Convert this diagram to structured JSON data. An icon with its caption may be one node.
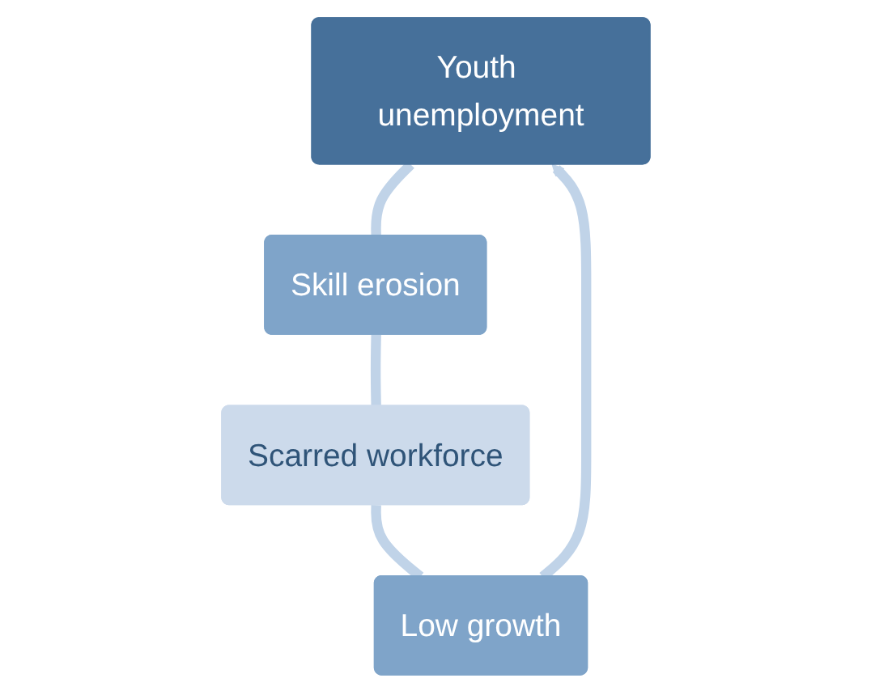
{
  "diagram": {
    "nodes": [
      {
        "text": [
          "Youth unemployment"
        ]
      },
      {
        "text": [
          "Skill erosion"
        ]
      },
      {
        "text": [
          "Scarred workforce"
        ]
      },
      {
        "text": [
          "Low growth"
        ]
      }
    ],
    "edges": [
      {
        "from": 0,
        "to": 1,
        "arrow": "none"
      },
      {
        "from": 1,
        "to": 2,
        "arrow": "none"
      },
      {
        "from": 2,
        "to": 3,
        "arrow": "none"
      },
      {
        "from": 3,
        "to": 0,
        "arrow": "to"
      }
    ]
  }
}
